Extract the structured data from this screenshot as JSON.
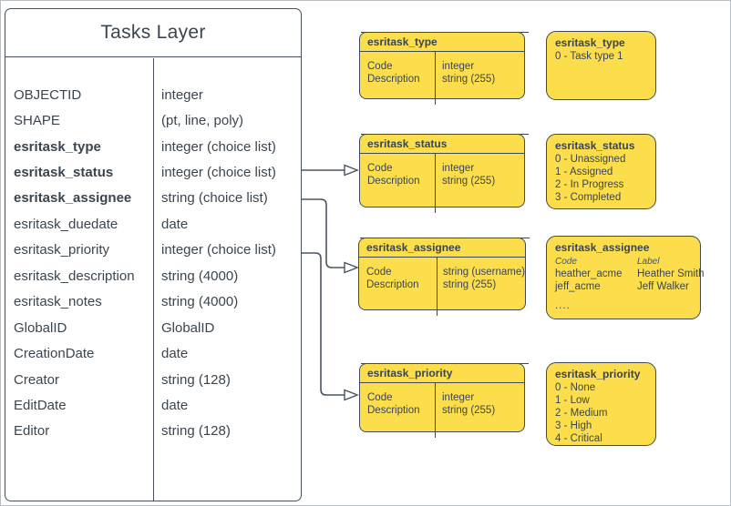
{
  "colors": {
    "node_fill_yellow": "#fcde4c",
    "stroke": "#3f4a55",
    "text": "#3a4550",
    "background": "#ffffff"
  },
  "tasks_layer": {
    "title": "Tasks Layer",
    "fields": [
      {
        "name": "OBJECTID",
        "type": "integer",
        "bold": false
      },
      {
        "name": "SHAPE",
        "type": "(pt, line, poly)",
        "bold": false
      },
      {
        "name": "esritask_type",
        "type": "integer (choice list)",
        "bold": true
      },
      {
        "name": "esritask_status",
        "type": "integer (choice list)",
        "bold": true
      },
      {
        "name": "esritask_assignee",
        "type": "string (choice list)",
        "bold": true
      },
      {
        "name": "esritask_duedate",
        "type": "date",
        "bold": false
      },
      {
        "name": "esritask_priority",
        "type": "integer (choice list)",
        "bold": false
      },
      {
        "name": "esritask_description",
        "type": "string (4000)",
        "bold": false
      },
      {
        "name": "esritask_notes",
        "type": "string (4000)",
        "bold": false
      },
      {
        "name": "GlobalID",
        "type": "GlobalID",
        "bold": false
      },
      {
        "name": "CreationDate",
        "type": "date",
        "bold": false
      },
      {
        "name": "Creator",
        "type": "string (128)",
        "bold": false
      },
      {
        "name": "EditDate",
        "type": "date",
        "bold": false
      },
      {
        "name": "Editor",
        "type": "string (128)",
        "bold": false
      }
    ]
  },
  "code_tables": [
    {
      "title": "esritask_type",
      "code_label": "Code",
      "desc_label": "Description",
      "code_type": "integer",
      "desc_type": "string (255)"
    },
    {
      "title": "esritask_status",
      "code_label": "Code",
      "desc_label": "Description",
      "code_type": "integer",
      "desc_type": "string (255)"
    },
    {
      "title": "esritask_assignee",
      "code_label": "Code",
      "desc_label": "Description",
      "code_type": "string (username)",
      "desc_type": "string (255)"
    },
    {
      "title": "esritask_priority",
      "code_label": "Code",
      "desc_label": "Description",
      "code_type": "integer",
      "desc_type": "string (255)"
    }
  ],
  "domains": [
    {
      "title": "esritask_type",
      "lines": [
        "0 - Task type 1"
      ]
    },
    {
      "title": "esritask_status",
      "lines": [
        "0 - Unassigned",
        "1 - Assigned",
        "2 - In Progress",
        "3 - Completed"
      ]
    },
    {
      "title": "esritask_assignee",
      "col_code": "Code",
      "col_label": "Label",
      "rows": [
        {
          "code": "heather_acme",
          "label": "Heather Smith"
        },
        {
          "code": "jeff_acme",
          "label": "Jeff Walker"
        }
      ],
      "more": "...."
    },
    {
      "title": "esritask_priority",
      "lines": [
        "0 - None",
        "1 - Low",
        "2 - Medium",
        "3 - High",
        "4 - Critical"
      ]
    }
  ]
}
